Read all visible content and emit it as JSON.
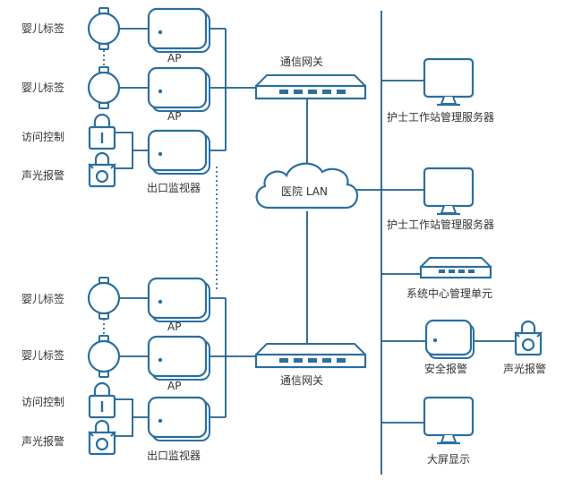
{
  "labels": {
    "baby_tag": "婴儿标签",
    "access_control": "访问控制",
    "sound_light_alarm": "声光报警",
    "ap": "AP",
    "exit_monitor": "出口监视器",
    "gateway": "通信网关",
    "lan": "医院 LAN",
    "nurse_server": "护士工作站管理服务器",
    "system_center": "系统中心管理单元",
    "security_alarm": "安全报警",
    "big_screen": "大屏显示"
  },
  "colors": {
    "line": "#1f5f8b",
    "stroke": "#2a6fa0",
    "fill": "#ffffff"
  }
}
